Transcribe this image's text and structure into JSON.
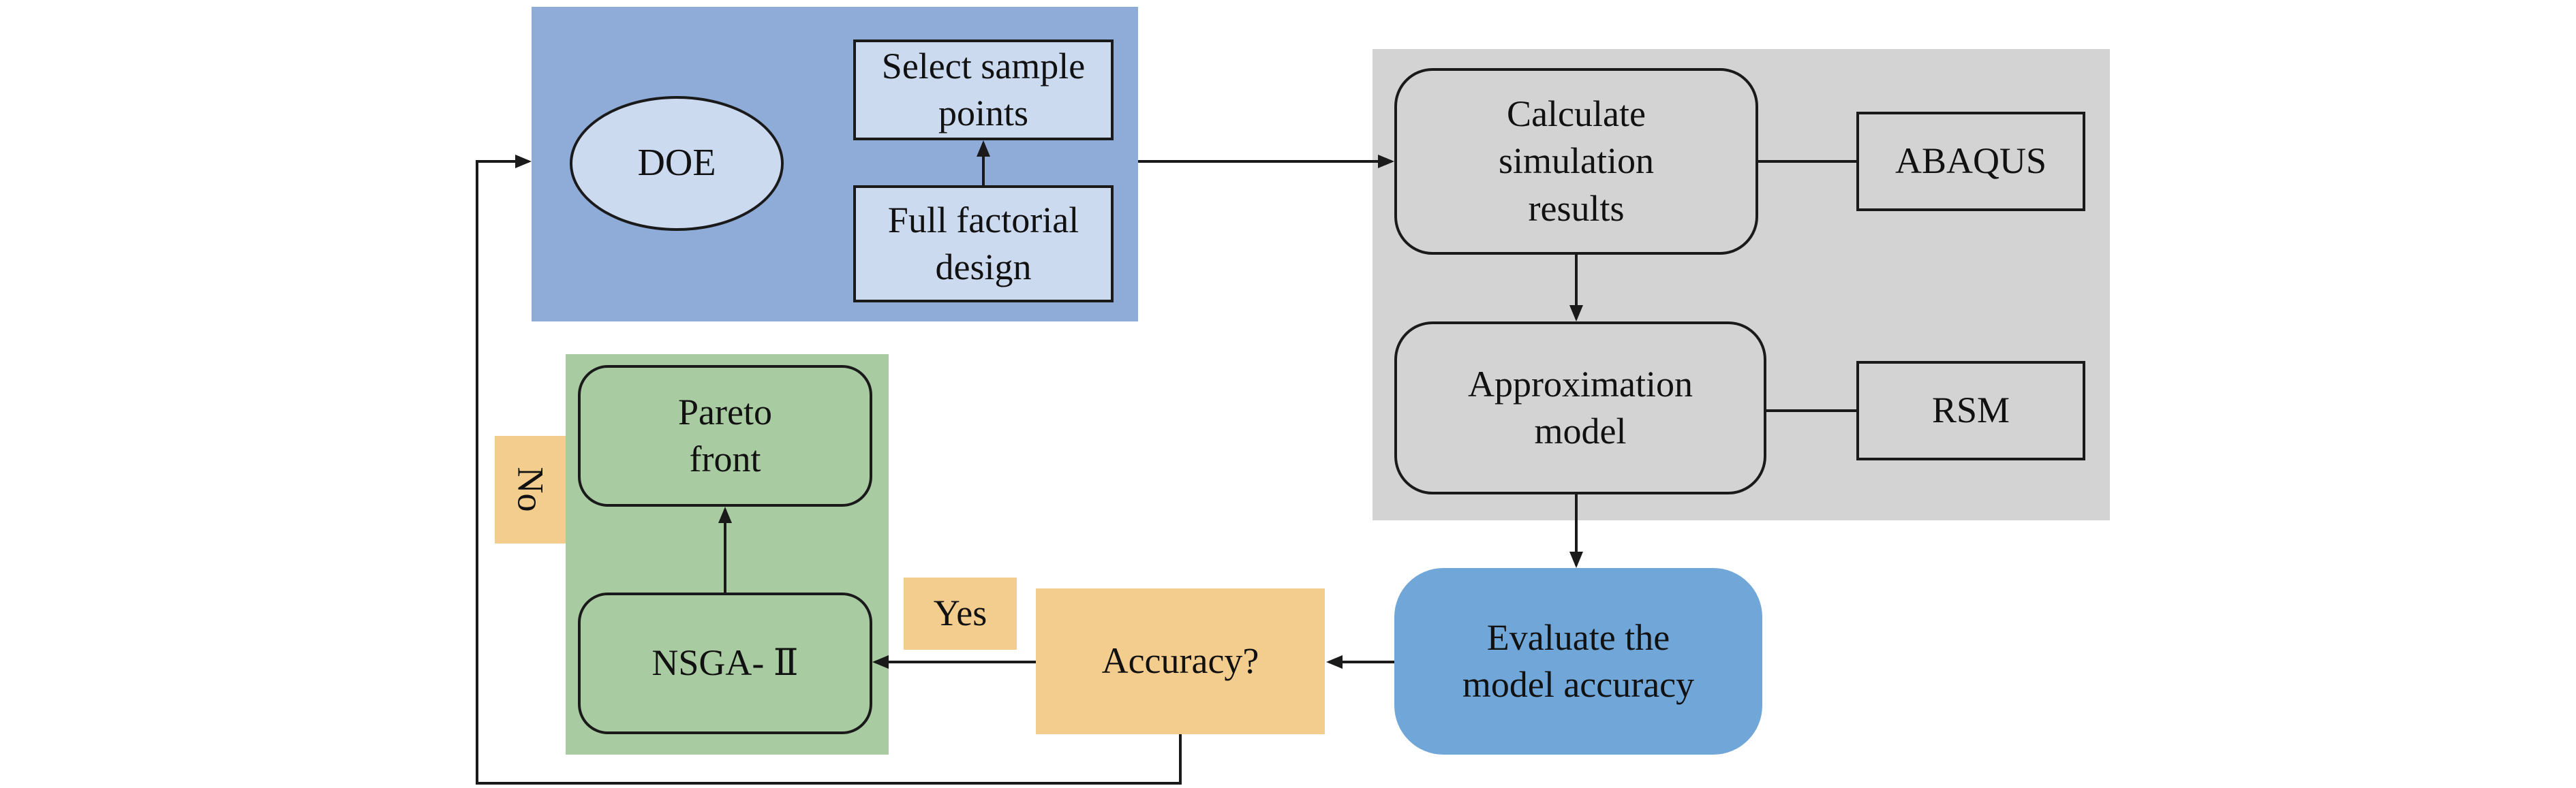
{
  "diagram_type": "flowchart",
  "nodes": {
    "doe": "DOE",
    "select_sample_points": "Select sample\npoints",
    "full_factorial_design": "Full factorial\ndesign",
    "calculate_simulation_results": "Calculate\nsimulation\nresults",
    "abaqus": "ABAQUS",
    "approximation_model": "Approximation\nmodel",
    "rsm": "RSM",
    "evaluate_model_accuracy": "Evaluate the\nmodel accuracy",
    "accuracy_question": "Accuracy?",
    "pareto_front": "Pareto\nfront",
    "nsga_ii": "NSGA- Ⅱ"
  },
  "edge_labels": {
    "yes": "Yes",
    "no": "No"
  },
  "edges": [
    {
      "from": "full_factorial_design",
      "to": "select_sample_points"
    },
    {
      "from": "doe_group",
      "to": "calculate_simulation_results"
    },
    {
      "from": "calculate_simulation_results",
      "to": "abaqus",
      "style": "link"
    },
    {
      "from": "calculate_simulation_results",
      "to": "approximation_model"
    },
    {
      "from": "approximation_model",
      "to": "rsm",
      "style": "link"
    },
    {
      "from": "approximation_model",
      "to": "evaluate_model_accuracy"
    },
    {
      "from": "evaluate_model_accuracy",
      "to": "accuracy_question"
    },
    {
      "from": "accuracy_question",
      "to": "nsga_ii",
      "label": "Yes"
    },
    {
      "from": "nsga_ii",
      "to": "pareto_front"
    },
    {
      "from": "accuracy_question",
      "to": "doe_group",
      "label": "No",
      "style": "feedback"
    }
  ],
  "colors": {
    "doe_container": "#8fabd7",
    "doe_inner_box": "#ccdaef",
    "simulation_container": "#d3d3d3",
    "simulation_box": "#d3d3d3",
    "evaluate_box": "#70a7d8",
    "decision_box": "#f3cd8e",
    "optimization_container": "#a9cba1",
    "optimization_box": "#a9cba1",
    "line": "#1a1a1a",
    "text": "#111111"
  }
}
